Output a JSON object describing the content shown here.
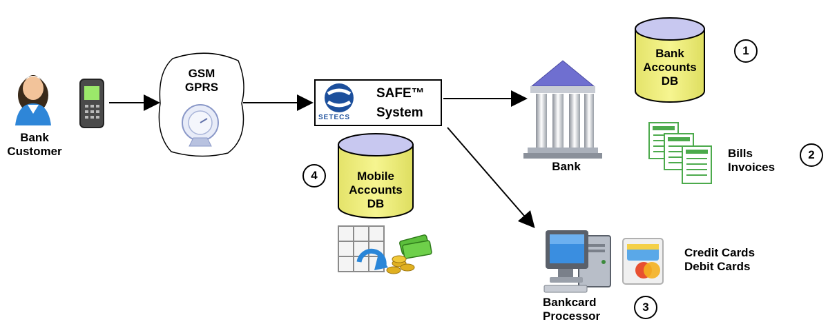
{
  "labels": {
    "bank_customer": "Bank\nCustomer",
    "gsm_gprs": "GSM\nGPRS",
    "safe_title": "SAFE™",
    "safe_sub": "System",
    "setecs": "SETECS",
    "bank": "Bank",
    "bank_accounts_db": "Bank\nAccounts\nDB",
    "bills_invoices": "Bills\nInvoices",
    "mobile_accounts_db": "Mobile\nAccounts\nDB",
    "bankcard_processor": "Bankcard\nProcessor",
    "credit_debit": "Credit Cards\nDebit Cards"
  },
  "numbers": {
    "n1": "1",
    "n2": "2",
    "n3": "3",
    "n4": "4"
  },
  "icons": [
    "person-icon",
    "mobile-phone-icon",
    "satellite-dish-icon",
    "setecs-logo-icon",
    "bank-building-icon",
    "database-icon",
    "document-stack-icon",
    "computer-icon",
    "credit-card-icon",
    "grid-refresh-icon",
    "money-icon"
  ],
  "colors": {
    "db_fill": "#f0ef7a",
    "db_top": "#c8c8f0",
    "roof": "#6f6fd0",
    "doc_green": "#4caa4c",
    "setecs_blue": "#1c4f9c"
  }
}
